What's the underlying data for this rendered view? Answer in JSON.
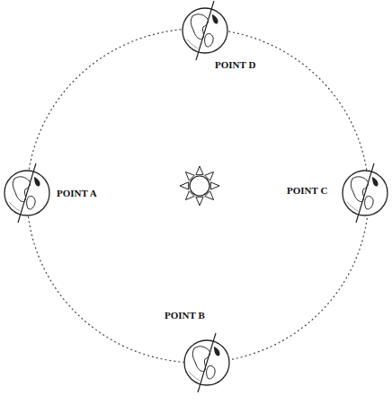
{
  "diagram": {
    "labels": [
      "POINT A",
      "POINT B",
      "POINT C",
      "POINT D"
    ]
  }
}
